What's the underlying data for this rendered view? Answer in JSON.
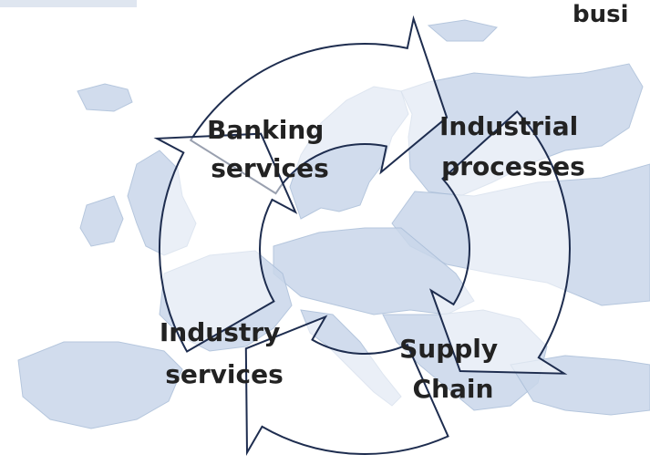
{
  "corner_text": "busi",
  "cycle": {
    "segments": [
      {
        "id": "banking",
        "lines": [
          "Banking",
          "services"
        ]
      },
      {
        "id": "industrial",
        "lines": [
          "Industrial",
          "processes"
        ]
      },
      {
        "id": "supply",
        "lines": [
          "Supply",
          "Chain"
        ]
      },
      {
        "id": "industry",
        "lines": [
          "Industry",
          "services"
        ]
      }
    ]
  },
  "colors": {
    "map_fill": "#c9d7ea",
    "map_stroke": "#a9bdd8",
    "arrow_fill": "#ffffff",
    "arrow_stroke": "#1e2d4f",
    "text": "#222222"
  }
}
